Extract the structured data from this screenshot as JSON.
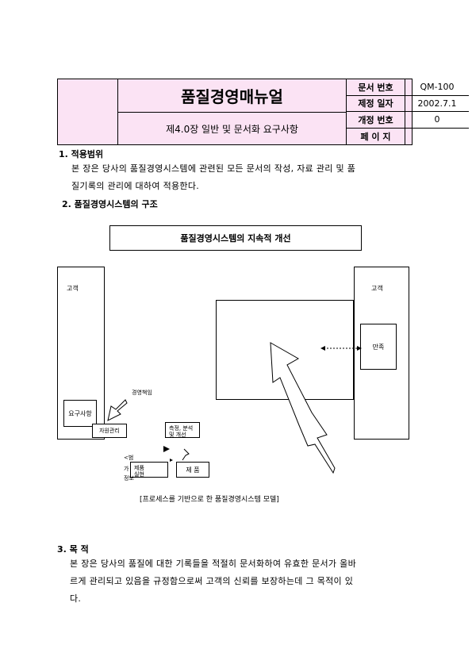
{
  "header": {
    "title": "품질경영매뉴얼",
    "chapter": "제4.0장 일반 및 문서화 요구사항",
    "rows": [
      {
        "label": "문서 번호",
        "value": "QM-100"
      },
      {
        "label": "제정 일자",
        "value": "2002.7.1"
      },
      {
        "label": "개정 번호",
        "value": "0"
      },
      {
        "label": "페 이 지",
        "value": ""
      }
    ]
  },
  "section1": {
    "heading": "1. 적용범위",
    "line1": "본 장은 당사의 품질경영시스템에 관련된 모든 문서의 작성, 자료 관리 및 품",
    "line2": "질기록의 관리에 대하여 적용한다."
  },
  "section2": {
    "heading": "2. 품질경영시스템의 구조"
  },
  "diagram": {
    "banner": "품질경영시스템의 지속적 개선",
    "customer_left": "고객",
    "customer_right": "고객",
    "requirements": "요구사항",
    "satisfaction": "만족",
    "management_responsibility": "경영책임",
    "resource_management": "자원관리",
    "measurement": "측정, 분석",
    "and_improvement": "및 개선",
    "product": "제 품",
    "product_realization_a": "제품",
    "product_realization_b": "실현",
    "fragment_a": "<범",
    "fragment_b": "가",
    "fragment_c": "정보",
    "caption": "[프로세스를 기반으로 한 품질경영시스템 모델]"
  },
  "section3": {
    "heading": "3. 목 적",
    "line1": "본 장은 당사의 품질에 대한 기록들을 적절히 문서화하여 유효한 문서가 올바",
    "line2": "르게 관리되고 있음을 규정함으로써 고객의 신뢰를 보장하는데 그 목적이 있",
    "line3": "다."
  }
}
